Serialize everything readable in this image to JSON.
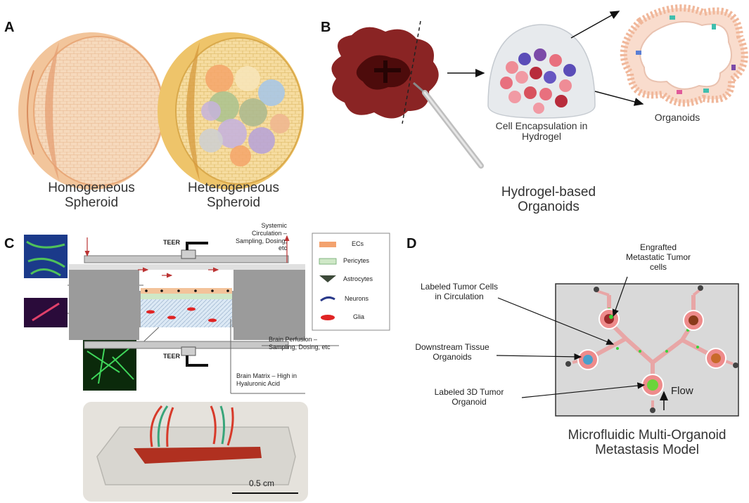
{
  "panels": {
    "a": {
      "letter": "A",
      "homogeneous": "Homogeneous\nSpheroid",
      "heterogeneous": "Heterogeneous\nSpheroid"
    },
    "b": {
      "letter": "B",
      "encapsulation": "Cell Encapsulation in\nHydrogel",
      "organoids": "Organoids",
      "title": "Hydrogel-based\nOrganoids"
    },
    "c": {
      "letter": "C",
      "teer_top": "TEER",
      "teer_bottom": "TEER",
      "systemic": "Systemic\nCirculation –\nSampling, Dosing,\netc",
      "perfusion": "Brain Perfusion –\nSampling, Dosing, etc",
      "matrix": "Brain Matrix – High in\nHyaluronic Acid",
      "scale": "0.5 cm",
      "legend": [
        "ECs",
        "Pericytes",
        "Astrocytes",
        "Neurons",
        "Glia"
      ]
    },
    "d": {
      "letter": "D",
      "engrafted": "Engrafted\nMetastatic Tumor\ncells",
      "labeled_circ": "Labeled Tumor Cells\nin Circulation",
      "downstream": "Downstream Tissue\nOrganoids",
      "labeled_3d": "Labeled 3D Tumor\nOrganoid",
      "flow": "Flow",
      "title": "Microfluidic Multi-Organoid\nMetastasis Model"
    }
  },
  "colors": {
    "homogeneous_spheroid": "#f3c9a2",
    "heterogeneous_spheroid": "#f0c873",
    "tumor": "#7a1e1e",
    "hydrogel": "#e7eaed",
    "chip_gray": "#9b9b9b",
    "panel_d_bg": "#d9d9d9",
    "channel": "#e8a6a6"
  }
}
